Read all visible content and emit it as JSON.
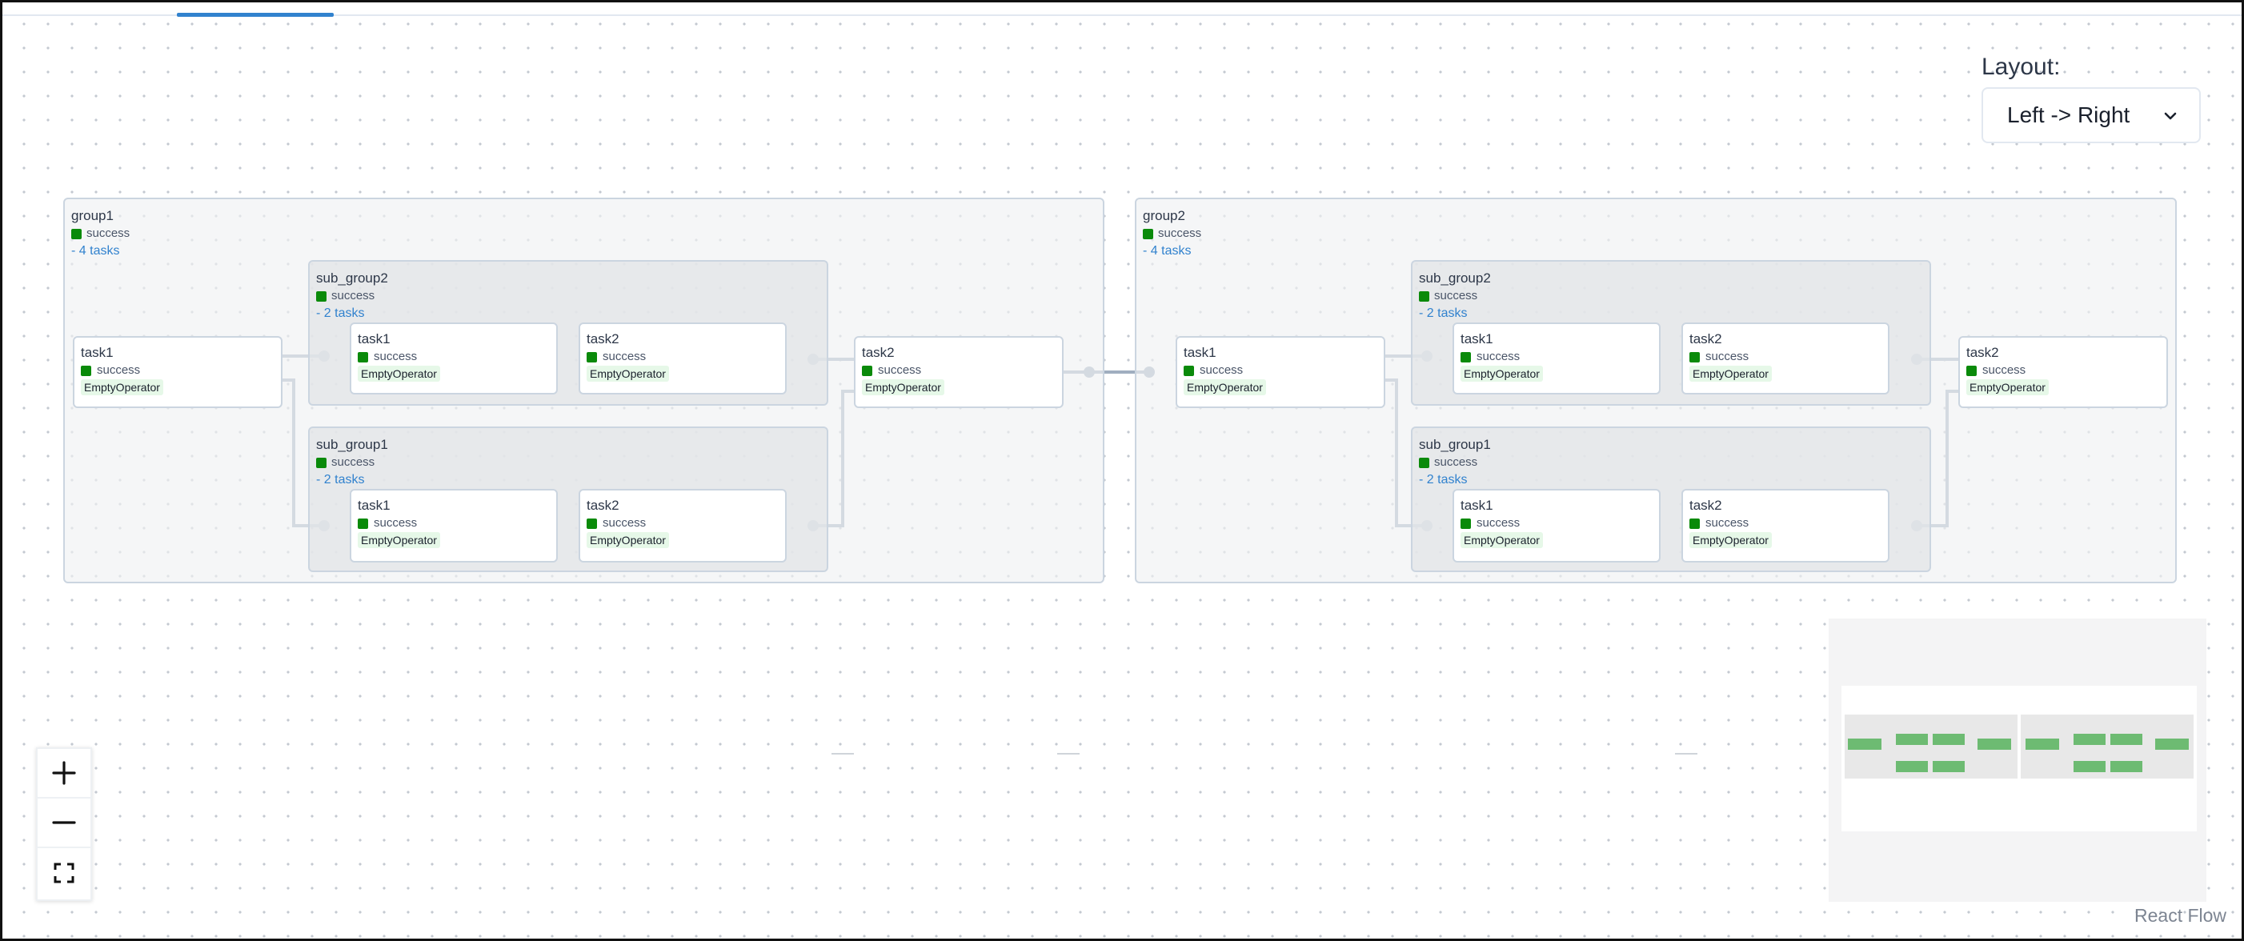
{
  "graph": {
    "groups": {
      "group1": {
        "name": "group1",
        "status": "success",
        "count": "- 4 tasks"
      },
      "group1_sub_group2": {
        "name": "sub_group2",
        "status": "success",
        "count": "- 2 tasks"
      },
      "group1_sub_group1": {
        "name": "sub_group1",
        "status": "success",
        "count": "- 2 tasks"
      },
      "group2": {
        "name": "group2",
        "status": "success",
        "count": "- 4 tasks"
      },
      "group2_sub_group2": {
        "name": "sub_group2",
        "status": "success",
        "count": "- 2 tasks"
      },
      "group2_sub_group1": {
        "name": "sub_group1",
        "status": "success",
        "count": "- 2 tasks"
      }
    },
    "tasks": {
      "g1_task1": {
        "name": "task1",
        "status": "success",
        "operator": "EmptyOperator"
      },
      "g1_sg2_task1": {
        "name": "task1",
        "status": "success",
        "operator": "EmptyOperator"
      },
      "g1_sg2_task2": {
        "name": "task2",
        "status": "success",
        "operator": "EmptyOperator"
      },
      "g1_sg1_task1": {
        "name": "task1",
        "status": "success",
        "operator": "EmptyOperator"
      },
      "g1_sg1_task2": {
        "name": "task2",
        "status": "success",
        "operator": "EmptyOperator"
      },
      "g1_task2": {
        "name": "task2",
        "status": "success",
        "operator": "EmptyOperator"
      },
      "g2_task1": {
        "name": "task1",
        "status": "success",
        "operator": "EmptyOperator"
      },
      "g2_sg2_task1": {
        "name": "task1",
        "status": "success",
        "operator": "EmptyOperator"
      },
      "g2_sg2_task2": {
        "name": "task2",
        "status": "success",
        "operator": "EmptyOperator"
      },
      "g2_sg1_task1": {
        "name": "task1",
        "status": "success",
        "operator": "EmptyOperator"
      },
      "g2_sg1_task2": {
        "name": "task2",
        "status": "success",
        "operator": "EmptyOperator"
      },
      "g2_task2": {
        "name": "task2",
        "status": "success",
        "operator": "EmptyOperator"
      }
    }
  },
  "layout_control": {
    "label": "Layout:",
    "value": "Left -> Right"
  },
  "attribution": "React Flow",
  "colors": {
    "success": "#0a8a0a",
    "accent": "#3182ce",
    "edge": "#a0aec0",
    "operator_bg": "#e6f8e8",
    "minimap_node": "#6dbb72"
  },
  "icons": [
    "zoom-in-icon",
    "zoom-out-icon",
    "fit-view-icon",
    "chevron-down-icon"
  ]
}
